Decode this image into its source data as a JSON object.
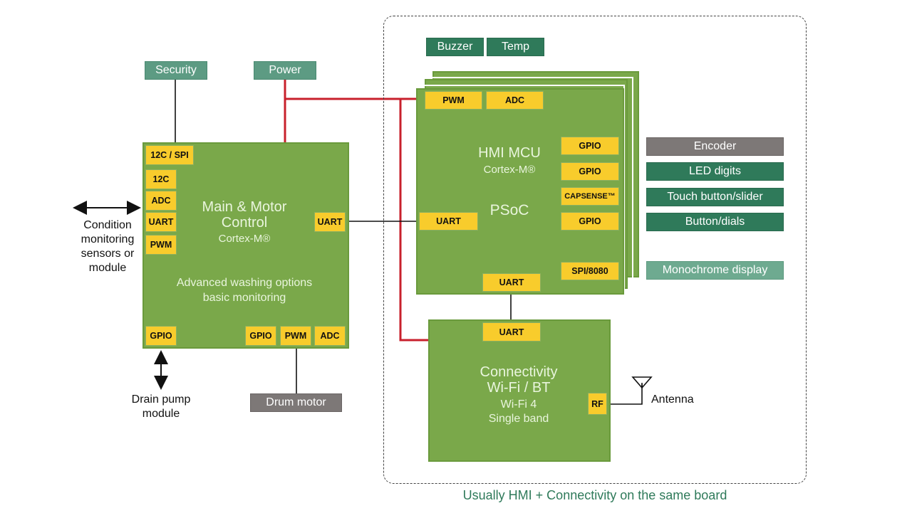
{
  "diagram": {
    "footer_caption": "Usually HMI + Connectivity on the same board",
    "colors": {
      "chip": "#7aa84a",
      "pin": "#f8cc2c",
      "power_line": "#c8202c",
      "signal_line": "#111111",
      "tag_dark": "#2f7a5a",
      "tag_gray": "#7d7877",
      "caption": "#2f7a5a"
    },
    "top_tags": {
      "security": "Security",
      "power": "Power"
    },
    "hmi_tags": {
      "buzzer": "Buzzer",
      "temp": "Temp"
    },
    "main_mcu": {
      "title_line1": "Main & Motor",
      "title_line2": "Control",
      "core": "Cortex-M®",
      "desc_line1": "Advanced washing options",
      "desc_line2": "basic monitoring",
      "pins_left": [
        "12C / SPI",
        "12C",
        "ADC",
        "UART",
        "PWM"
      ],
      "pin_right": "UART",
      "pins_bottom": [
        "GPIO",
        "GPIO",
        "PWM",
        "ADC"
      ]
    },
    "hmi_mcu": {
      "title": "HMI MCU",
      "core": "Cortex-M®",
      "family": "PSoC",
      "pins_top": [
        "PWM",
        "ADC"
      ],
      "pins_right": [
        "GPIO",
        "GPIO",
        "CAPSENSE™",
        "GPIO",
        "SPI/8080"
      ],
      "pin_left": "UART",
      "pin_bottom": "UART"
    },
    "connectivity": {
      "title_line1": "Connectivity",
      "title_line2": "Wi-Fi / BT",
      "sub_line1": "Wi-Fi 4",
      "sub_line2": "Single band",
      "pin_top": "UART",
      "pin_rf": "RF"
    },
    "peripherals": {
      "encoder": "Encoder",
      "led_digits": "LED digits",
      "touch": "Touch button/slider",
      "buttons": "Button/dials",
      "display": "Monochrome display",
      "drum_motor": "Drum motor"
    },
    "external_labels": {
      "condition": [
        "Condition",
        "monitoring",
        "sensors or",
        "module"
      ],
      "drain": [
        "Drain pump",
        "module"
      ],
      "antenna": "Antenna"
    }
  }
}
